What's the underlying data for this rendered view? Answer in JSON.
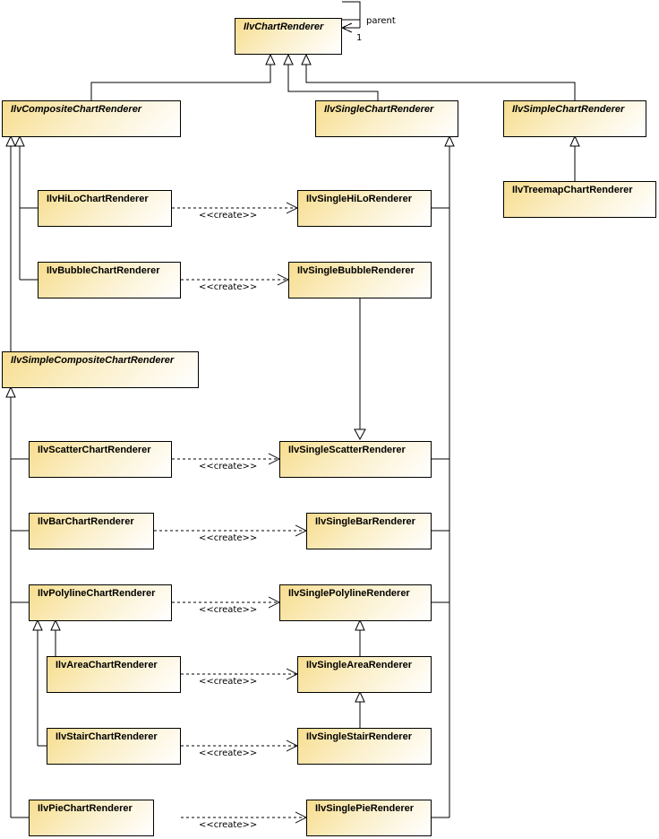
{
  "classes": {
    "chart_renderer": "IlvChartRenderer",
    "composite_chart_renderer": "IlvCompositeChartRenderer",
    "single_chart_renderer": "IlvSingleChartRenderer",
    "simple_chart_renderer": "IlvSimpleChartRenderer",
    "treemap_chart_renderer": "IlvTreemapChartRenderer",
    "hilo_chart_renderer": "IlvHiLoChartRenderer",
    "single_hilo_renderer": "IlvSingleHiLoRenderer",
    "bubble_chart_renderer": "IlvBubbleChartRenderer",
    "single_bubble_renderer": "IlvSingleBubbleRenderer",
    "simple_composite_chart_renderer": "IlvSimpleCompositeChartRenderer",
    "scatter_chart_renderer": "IlvScatterChartRenderer",
    "single_scatter_renderer": "IlvSingleScatterRenderer",
    "bar_chart_renderer": "IlvBarChartRenderer",
    "single_bar_renderer": "IlvSingleBarRenderer",
    "polyline_chart_renderer": "IlvPolylineChartRenderer",
    "single_polyline_renderer": "IlvSinglePolylineRenderer",
    "area_chart_renderer": "IlvAreaChartRenderer",
    "single_area_renderer": "IlvSingleAreaRenderer",
    "stair_chart_renderer": "IlvStairChartRenderer",
    "single_stair_renderer": "IlvSingleStairRenderer",
    "pie_chart_renderer": "IlvPieChartRenderer",
    "single_pie_renderer": "IlvSinglePieRenderer"
  },
  "labels": {
    "parent": "parent",
    "multiplicity": "1",
    "create_hilo": "<<create>>",
    "create_bubble": "<<create>>",
    "create_scatter": "<<create>>",
    "create_bar": "<<create>>",
    "create_polyline": "<<create>>",
    "create_area": "<<create>>",
    "create_stair": "<<create>>",
    "create_pie": "<<create>>"
  }
}
